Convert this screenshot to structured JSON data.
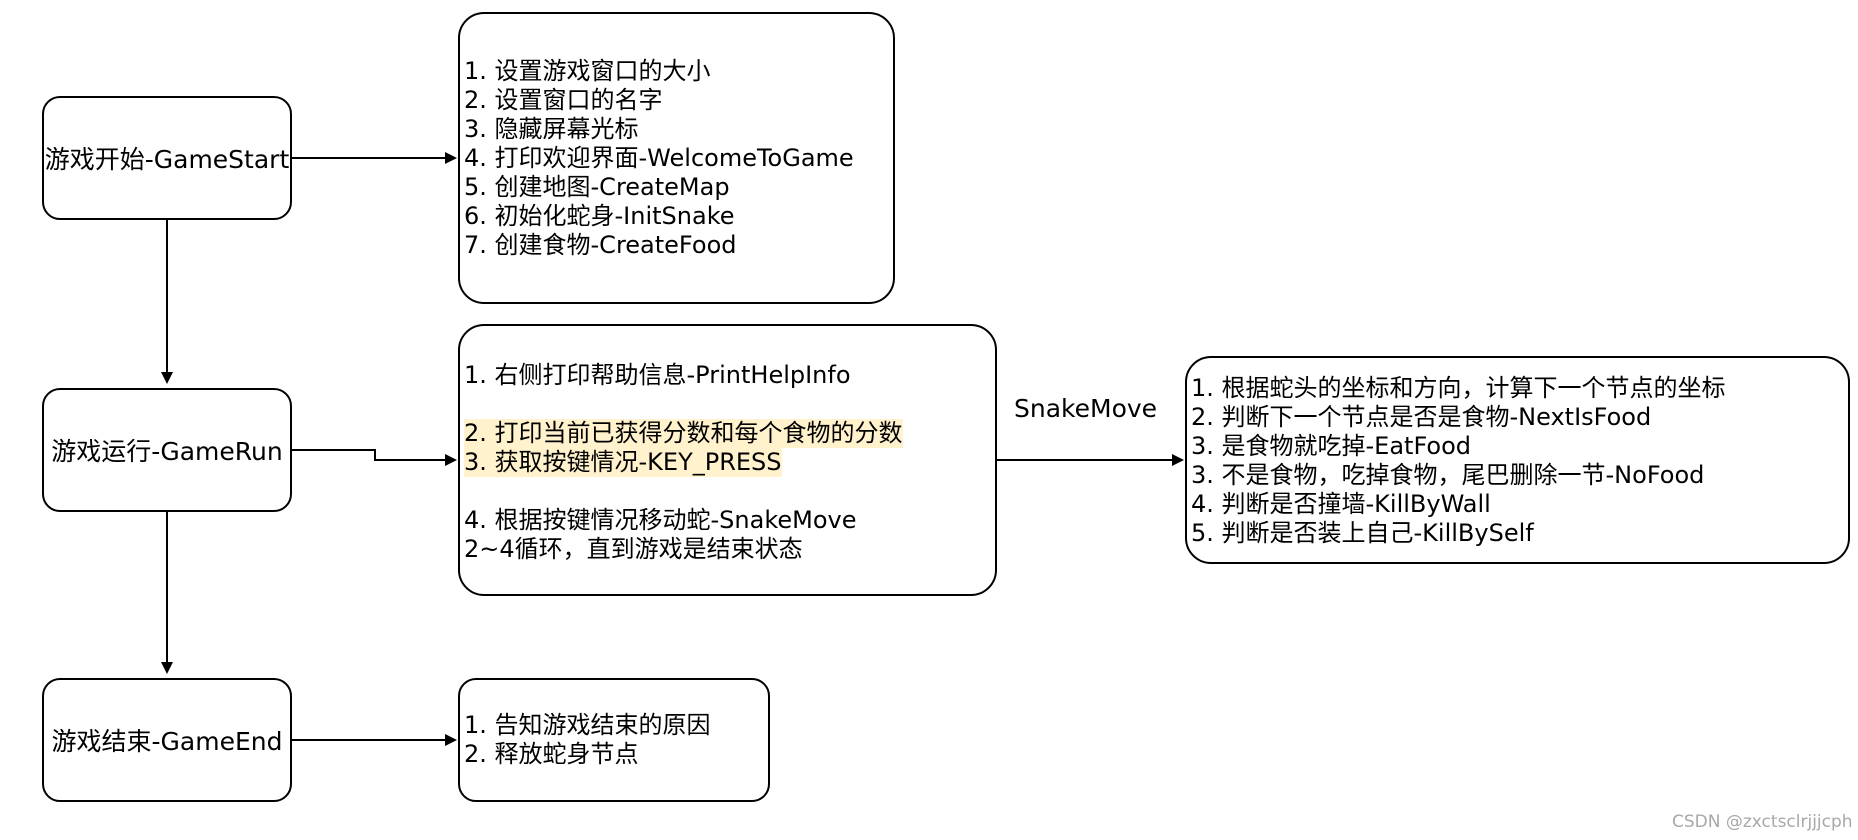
{
  "stages": {
    "start": "游戏开始-GameStart",
    "run": "游戏运行-GameRun",
    "end": "游戏结束-GameEnd"
  },
  "start_steps": [
    "1. 设置游戏窗口的大小",
    "2. 设置窗口的名字",
    "3. 隐藏屏幕光标",
    "4. 打印欢迎界面-WelcomeToGame",
    "5. 创建地图-CreateMap",
    "6. 初始化蛇身-InitSnake",
    "7. 创建食物-CreateFood"
  ],
  "run_steps": [
    "1. 右侧打印帮助信息-PrintHelpInfo",
    "2. 打印当前已获得分数和每个食物的分数",
    "3. 获取按键情况-KEY_PRESS",
    "4. 根据按键情况移动蛇-SnakeMove",
    "2~4循环，直到游戏是结束状态"
  ],
  "move_label": "SnakeMove",
  "move_steps": [
    "1. 根据蛇头的坐标和方向，计算下一个节点的坐标",
    "2. 判断下一个节点是否是食物-NextIsFood",
    "3. 是食物就吃掉-EatFood",
    "3. 不是食物，吃掉食物，尾巴删除一节-NoFood",
    "4. 判断是否撞墙-KillByWall",
    "5. 判断是否装上自己-KillBySelf"
  ],
  "end_steps": [
    "1. 告知游戏结束的原因",
    "2. 释放蛇身节点"
  ],
  "watermark": "CSDN @zxctsclrjjjcph",
  "colors": {
    "highlight": "#fff2cc",
    "line": "#000000",
    "watermark": "#a8a8a8"
  }
}
